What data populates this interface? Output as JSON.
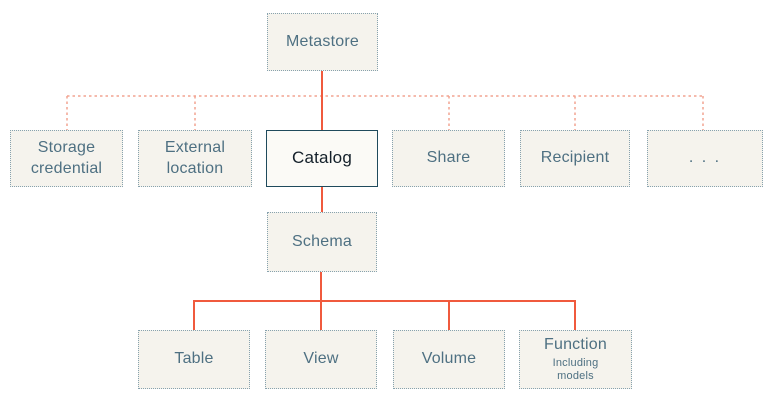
{
  "nodes": {
    "metastore": {
      "label": "Metastore"
    },
    "storage_credential": {
      "label": "Storage credential"
    },
    "external_location": {
      "label": "External location"
    },
    "catalog": {
      "label": "Catalog"
    },
    "share": {
      "label": "Share"
    },
    "recipient": {
      "label": "Recipient"
    },
    "more": {
      "label": ". . ."
    },
    "schema": {
      "label": "Schema"
    },
    "table": {
      "label": "Table"
    },
    "view": {
      "label": "View"
    },
    "volume": {
      "label": "Volume"
    },
    "function": {
      "label": "Function",
      "sublabel": "Including models"
    }
  },
  "colors": {
    "solid_connector": "#f05a3d",
    "dotted_connector": "#f2a390",
    "box_fill": "#f5f3ed",
    "box_border": "#87a2ae",
    "box_text": "#4e7082",
    "catalog_fill": "#fbfaf6",
    "catalog_border": "#1f4a5c",
    "catalog_text": "#14202a"
  }
}
